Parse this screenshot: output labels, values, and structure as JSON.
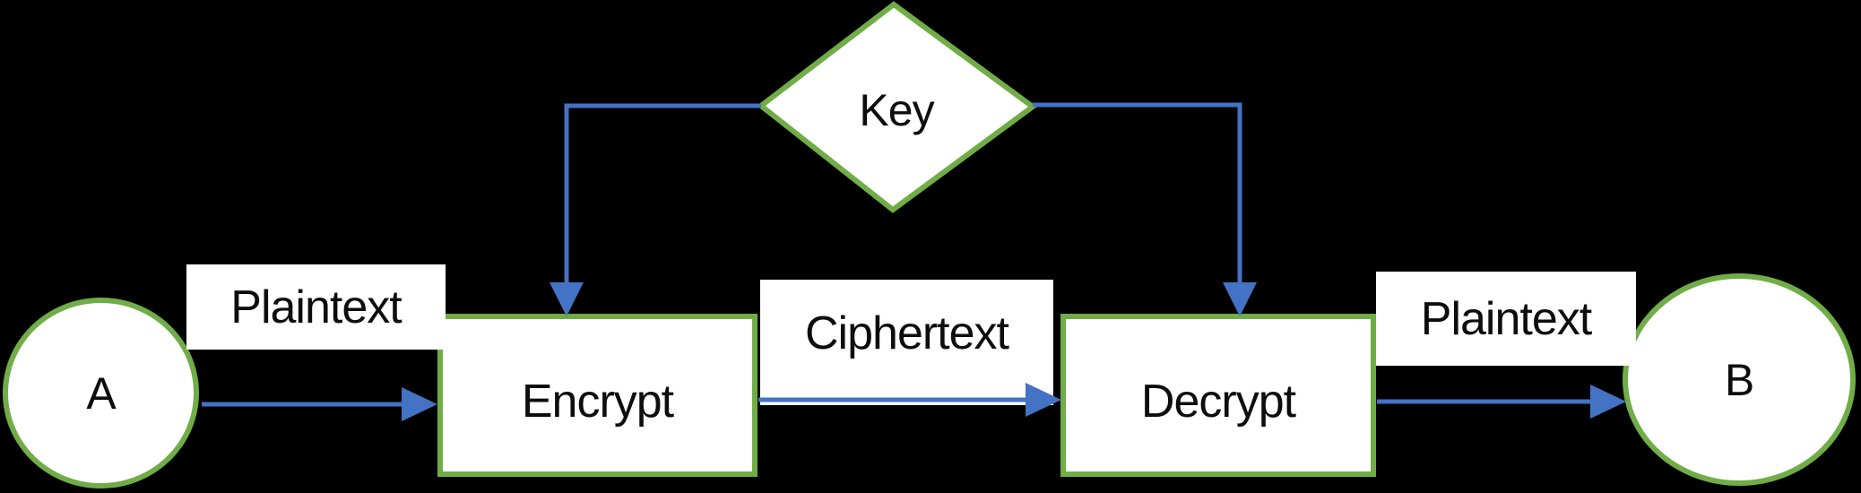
{
  "diagram": {
    "type": "flowchart",
    "nodes": {
      "a": {
        "label": "A",
        "shape": "circle"
      },
      "key": {
        "label": "Key",
        "shape": "diamond"
      },
      "encrypt": {
        "label": "Encrypt",
        "shape": "rectangle"
      },
      "decrypt": {
        "label": "Decrypt",
        "shape": "rectangle"
      },
      "b": {
        "label": "B",
        "shape": "circle"
      }
    },
    "edge_labels": {
      "plaintext_left": "Plaintext",
      "ciphertext": "Ciphertext",
      "plaintext_right": "Plaintext"
    },
    "edges": [
      {
        "from": "A",
        "to": "Encrypt",
        "label": "Plaintext"
      },
      {
        "from": "Encrypt",
        "to": "Decrypt",
        "label": "Ciphertext"
      },
      {
        "from": "Decrypt",
        "to": "B",
        "label": "Plaintext"
      },
      {
        "from": "Key",
        "to": "Encrypt",
        "label": ""
      },
      {
        "from": "Key",
        "to": "Decrypt",
        "label": ""
      }
    ]
  },
  "colors": {
    "background": "#000000",
    "shape_border": "#70AD47",
    "shape_fill": "#FFFFFF",
    "arrow": "#4472C4",
    "text": "#0D0D0D"
  }
}
